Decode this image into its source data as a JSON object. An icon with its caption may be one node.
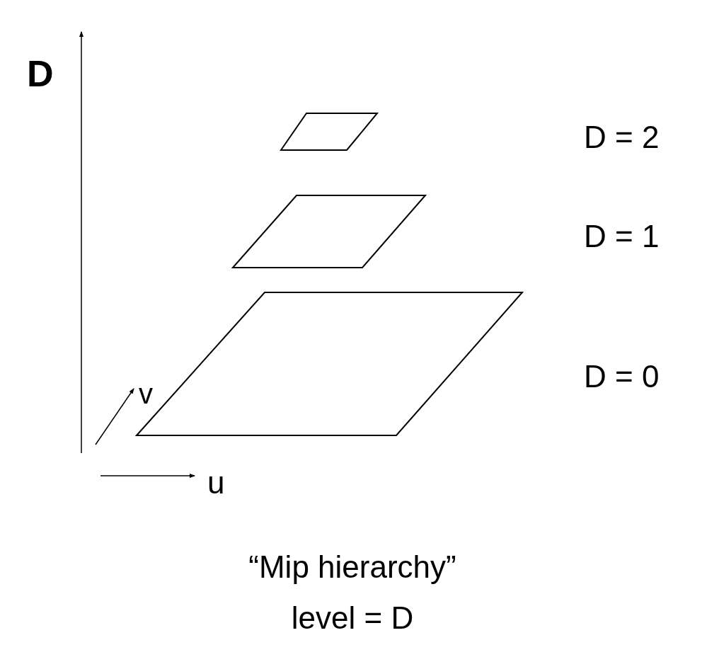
{
  "diagram": {
    "caption": "“Mip hierarchy” level = D",
    "nodes": [
      {
        "text": [],
        "shape": "parallelogram"
      },
      {
        "text": [],
        "shape": "parallelogram"
      },
      {
        "text": [],
        "shape": "parallelogram"
      }
    ],
    "edges": [],
    "labels": [
      "D",
      "D = 2",
      "D = 1",
      "D = 0",
      "v",
      "u"
    ]
  }
}
